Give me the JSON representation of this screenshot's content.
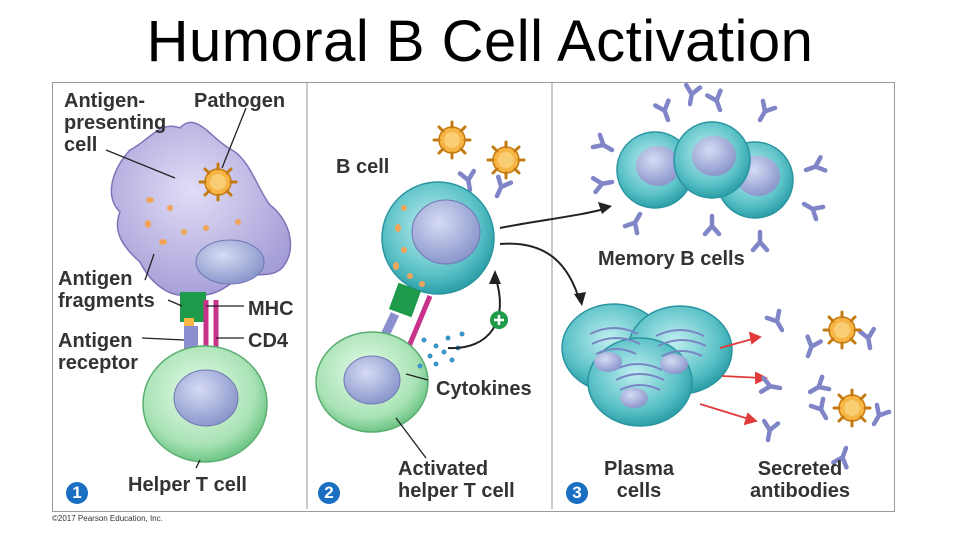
{
  "title": "Humoral B Cell Activation",
  "panel1": {
    "step": "1",
    "labels": {
      "apc": "Antigen-\npresenting\ncell",
      "pathogen": "Pathogen",
      "fragments": "Antigen\nfragments",
      "mhc": "MHC",
      "cd4": "CD4",
      "receptor": "Antigen\nreceptor",
      "helper": "Helper T cell"
    }
  },
  "panel2": {
    "step": "2",
    "labels": {
      "bcell": "B cell",
      "cytokines": "Cytokines",
      "activated": "Activated\nhelper T cell"
    }
  },
  "panel3": {
    "step": "3",
    "labels": {
      "memory": "Memory B cells",
      "plasma": "Plasma\ncells",
      "antibodies": "Secreted\nantibodies"
    }
  },
  "copyright": "©2017 Pearson Education, Inc.",
  "colors": {
    "apc": "#b9b3e0",
    "tcell": "#a8e2b4",
    "bcell": "#5fc2c9",
    "nucleus": "#9aa6d8",
    "pathogen": "#f6b544",
    "antibody": "#7f85c6",
    "arrow": "#e03a3a",
    "stepBadge": "#1a6fc2"
  }
}
